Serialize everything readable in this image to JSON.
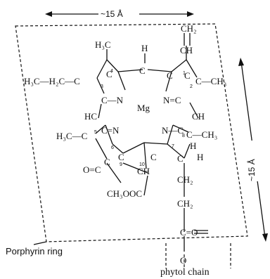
{
  "dimensions": {
    "top": "~15 Å",
    "right": "~15 Å"
  },
  "labels": {
    "ring": "Porphyrin ring",
    "chain": "phytol chain"
  },
  "atoms": {
    "mg": "Mg",
    "n_tl": "N",
    "n_tr": "N",
    "n_bl": "N",
    "n_br": "N",
    "ch3_top": "H₃C",
    "h_top": "H",
    "ch2_vinyl": "CH₂",
    "ch_vinyl": "CH",
    "ethyl": "H₃C—H₂C—C",
    "c_ring1": "C",
    "c_ring1b": "C",
    "c_ring2": "C",
    "c_ring2b": "C",
    "ch3_right": "C—CH₃",
    "hc_left": "HC",
    "ch_right": "CH",
    "ch3_left": "H₃C—C",
    "c_ring3": "C",
    "c_ring4": "C",
    "ch3_r4": "C—CH₃",
    "h_r4": "H",
    "h_r4b": "H",
    "c_9": "C",
    "ch_10": "CH",
    "oxo": "O=C",
    "ester": "CH₃OOC",
    "ch2_a": "CH₂",
    "ch2_b": "CH₂",
    "co": "C=O",
    "o": "O"
  },
  "numbers": {
    "n1": "1",
    "n2": "2",
    "n3": "3",
    "n4": "4",
    "n7": "7",
    "n8": "8",
    "n9": "9",
    "n10": "10",
    "n6": "6",
    "n5": "5"
  }
}
